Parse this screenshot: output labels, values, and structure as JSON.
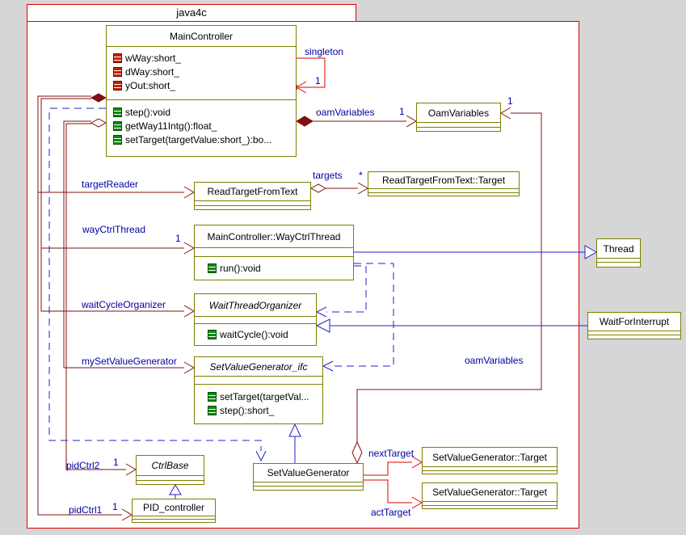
{
  "package": {
    "name": "java4c"
  },
  "classes": {
    "main_controller": {
      "name": "MainController",
      "attributes": [
        "wWay:short_",
        "dWay:short_",
        "yOut:short_"
      ],
      "methods": [
        "step():void",
        "getWay11Intg():float_",
        "setTarget(targetValue:short_):bo..."
      ]
    },
    "oam_variables": {
      "name": "OamVariables"
    },
    "read_target_from_text": {
      "name": "ReadTargetFromText"
    },
    "read_target_from_text_target": {
      "name": "ReadTargetFromText::Target"
    },
    "way_ctrl_thread": {
      "name": "MainController::WayCtrlThread",
      "methods": [
        "run():void"
      ]
    },
    "thread": {
      "name": "Thread"
    },
    "wait_thread_organizer": {
      "name": "WaitThreadOrganizer",
      "methods": [
        "waitCycle():void"
      ]
    },
    "wait_for_interrupt": {
      "name": "WaitForInterrupt"
    },
    "set_value_generator_ifc": {
      "name": "SetValueGenerator_ifc",
      "methods": [
        "setTarget(targetVal...",
        "step():short_"
      ]
    },
    "set_value_generator": {
      "name": "SetValueGenerator"
    },
    "set_value_generator_target_1": {
      "name": "SetValueGenerator::Target"
    },
    "set_value_generator_target_2": {
      "name": "SetValueGenerator::Target"
    },
    "ctrl_base": {
      "name": "CtrlBase"
    },
    "pid_controller": {
      "name": "PID_controller"
    }
  },
  "labels": {
    "singleton": "singleton",
    "singleton_mult": "1",
    "oam_variables": "oamVariables",
    "oam_variables_mult": "1",
    "oam_variables_right": "oamVariables",
    "oam_variables_right_mult": "1",
    "target_reader": "targetReader",
    "targets": "targets",
    "targets_mult": "*",
    "way_ctrl_thread": "wayCtrlThread",
    "way_ctrl_thread_mult": "1",
    "wait_cycle_organizer": "waitCycleOrganizer",
    "my_set_value_generator": "mySetValueGenerator",
    "next_target": "nextTarget",
    "act_target": "actTarget",
    "pid_ctrl2": "pidCtrl2",
    "pid_ctrl2_mult": "1",
    "pid_ctrl1": "pidCtrl1",
    "pid_ctrl1_mult": "1"
  },
  "colors": {
    "background": "#d6d6d6",
    "package_border": "#dd0000",
    "class_border": "#7e7e00",
    "association_maroon": "#801010",
    "link_red": "#dd0000",
    "generalization_blue": "#2020d0",
    "label_navy": "#0000a0",
    "attribute_icon_red": "#c3200a",
    "method_icon_green": "#0b8a0b"
  }
}
